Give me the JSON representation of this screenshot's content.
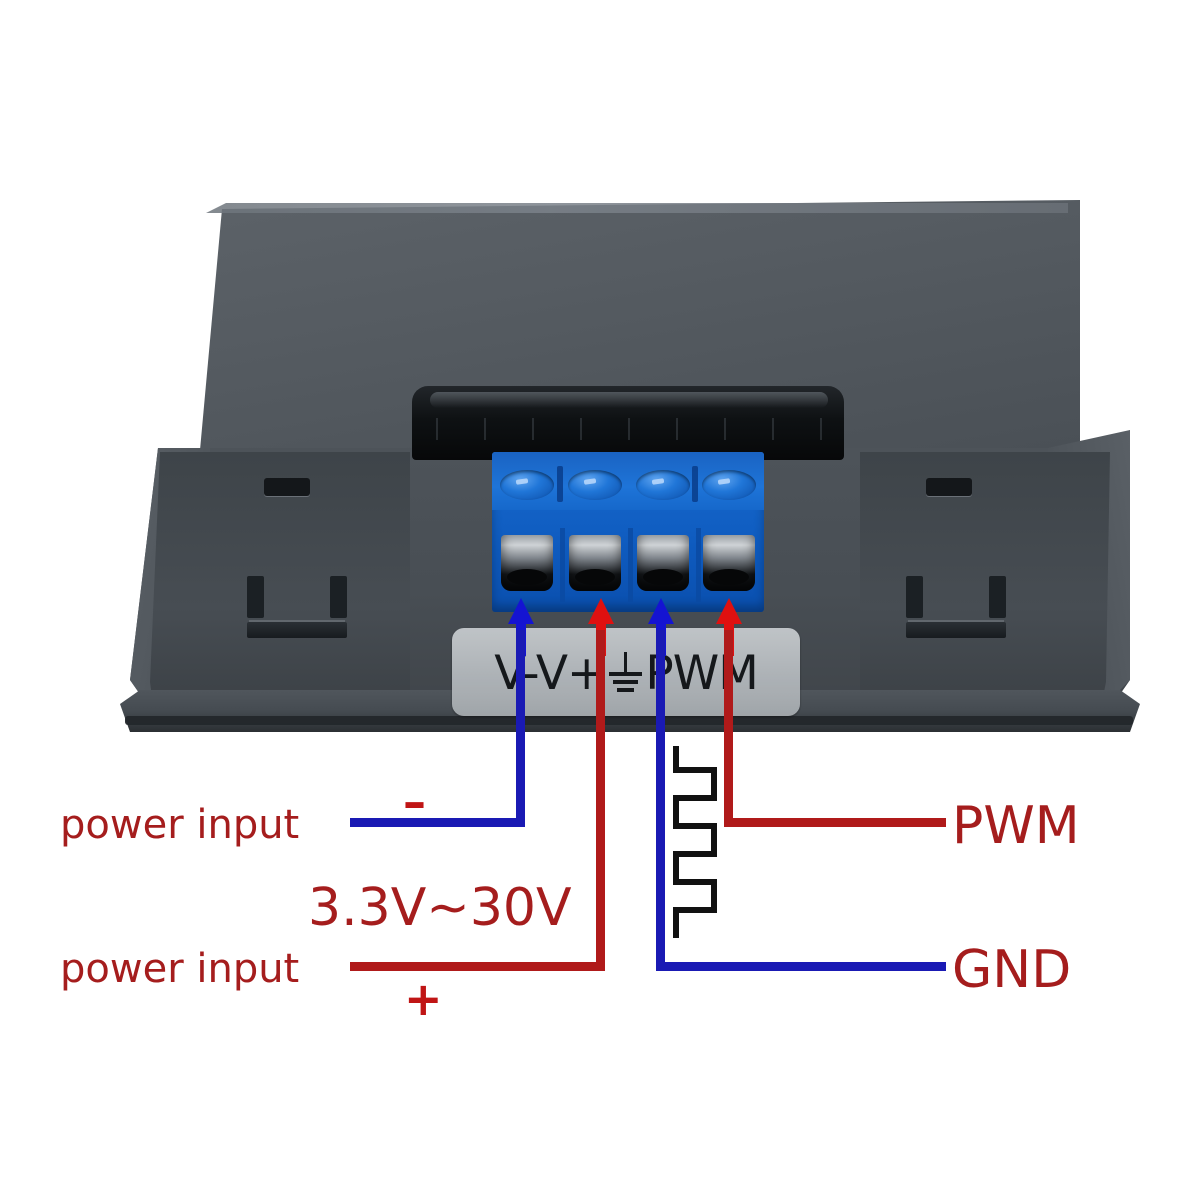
{
  "device": {
    "type": "pwm-signal-generator-module",
    "housing_color": "#4e545a",
    "terminal_block_color": "#1565c9",
    "label_plate": {
      "terminals": [
        "V-",
        "V+",
        "GND-SYMBOL",
        "PWM"
      ],
      "text": "V-V+",
      "text_tail": "PWM"
    }
  },
  "annotations": {
    "accent_red": "#b01a1a",
    "accent_blue": "#1a1ab4",
    "power_input_negative": {
      "label": "power input",
      "sign": "–",
      "wire_color": "#1a1ab4",
      "terminal": "V-"
    },
    "power_input_positive": {
      "label": "power input",
      "sign": "+",
      "wire_color": "#b01a1a",
      "terminal": "V+"
    },
    "voltage_range": "3.3V~30V",
    "pwm_output": {
      "label": "PWM",
      "wire_color": "#b01a1a",
      "terminal": "PWM",
      "waveform": "square-wave"
    },
    "ground": {
      "label": "GND",
      "wire_color": "#1a1ab4",
      "terminal": "GND"
    },
    "arrows": [
      {
        "color": "#1414d2",
        "target": "V-"
      },
      {
        "color": "#e01010",
        "target": "V+"
      },
      {
        "color": "#1414d2",
        "target": "GND"
      },
      {
        "color": "#e01010",
        "target": "PWM"
      }
    ]
  }
}
